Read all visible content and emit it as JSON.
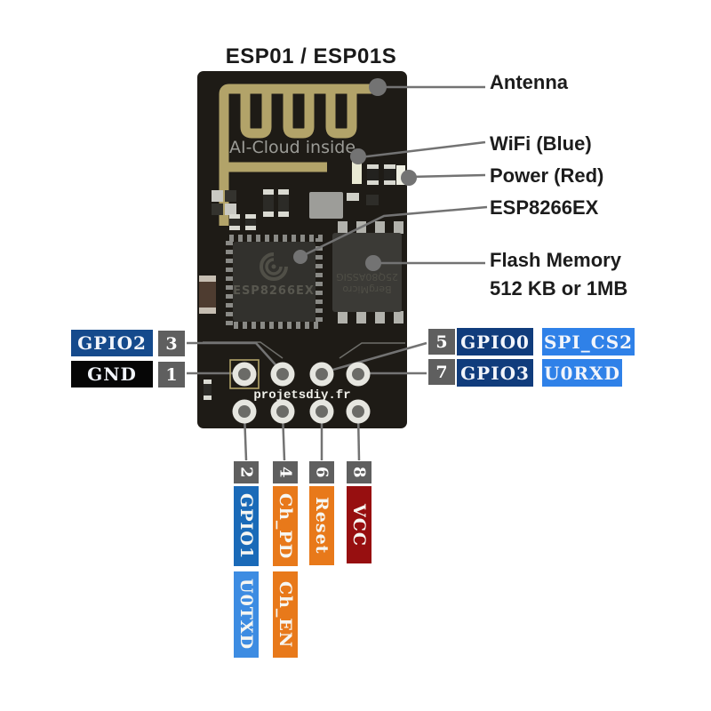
{
  "title": "ESP01 / ESP01S",
  "board": {
    "silkscreen": "AI-Cloud inside",
    "watermark": "projetsdiy.fr",
    "main_chip_label": "ESP8266EX",
    "flash_chip_line1": "BergMicro",
    "flash_chip_line2": "25Q80ASSIG"
  },
  "callouts": {
    "antenna": "Antenna",
    "wifi_led": "WiFi (Blue)",
    "power_led": "Power (Red)",
    "chip": "ESP8266EX",
    "flash_line1": "Flash Memory",
    "flash_line2": "512 KB or 1MB"
  },
  "pins": {
    "left": [
      {
        "number": "3",
        "name": "GPIO2",
        "name_bg": "#154a8c"
      },
      {
        "number": "1",
        "name": "GND",
        "name_bg": "#060606"
      }
    ],
    "right": [
      {
        "number": "5",
        "name": "GPIO0",
        "name_bg": "#103c7c",
        "alt": "SPI_CS2",
        "alt_bg": "#2f81e8"
      },
      {
        "number": "7",
        "name": "GPIO3",
        "name_bg": "#103c7c",
        "alt": "U0RXD",
        "alt_bg": "#2f81e8"
      }
    ],
    "bottom": [
      {
        "number": "2",
        "name": "GPIO1",
        "name_bg": "#1a6ab8",
        "alt": "U0TXD",
        "alt_bg": "#3d8ce2"
      },
      {
        "number": "4",
        "name": "Ch_PD",
        "name_bg": "#e8791a",
        "alt": "Ch_EN",
        "alt_bg": "#e8791a"
      },
      {
        "number": "6",
        "name": "Reset",
        "name_bg": "#e8791a"
      },
      {
        "number": "8",
        "name": "VCC",
        "name_bg": "#970f10"
      }
    ]
  },
  "colors": {
    "badge_bg": "#5f5f5f",
    "pcb": "#1e1b16",
    "antenna_trace": "#b2a369",
    "callout": "#737373"
  }
}
